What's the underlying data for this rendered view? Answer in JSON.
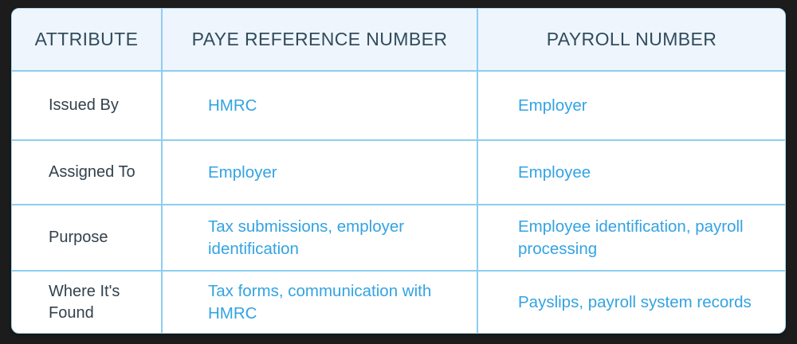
{
  "table": {
    "columns": [
      {
        "key": "attribute",
        "label": "ATTRIBUTE"
      },
      {
        "key": "paye",
        "label": "PAYE REFERENCE NUMBER"
      },
      {
        "key": "payroll",
        "label": "PAYROLL NUMBER"
      }
    ],
    "rows": [
      {
        "attribute": "Issued By",
        "paye": "HMRC",
        "payroll": "Employer"
      },
      {
        "attribute": "Assigned To",
        "paye": "Employer",
        "payroll": "Employee"
      },
      {
        "attribute": "Purpose",
        "paye": "Tax submissions, employer identification",
        "payroll": "Employee identification, payroll processing"
      },
      {
        "attribute": "Where It's Found",
        "paye": "Tax forms, communication with HMRC",
        "payroll": "Payslips, payroll system records"
      }
    ]
  },
  "colors": {
    "header_background": "#eef5fd",
    "header_text": "#324c5c",
    "body_text": "#32414c",
    "value_text": "#33a3e2",
    "border": "#8ecdf0",
    "card_border": "#a9d9f2",
    "card_background": "#ffffff",
    "page_background": "#1c1c1c"
  }
}
